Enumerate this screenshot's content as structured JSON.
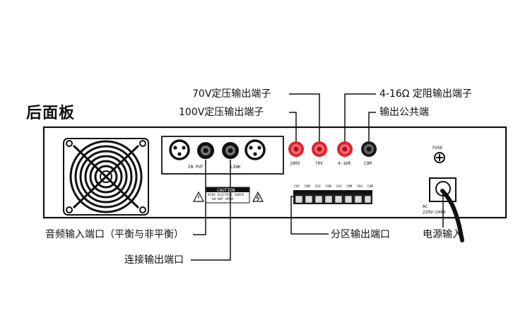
{
  "title": "后面板",
  "callouts": {
    "v70": "70V定压输出端子",
    "v100": "100V定压输出端子",
    "r416": "4-16Ω 定阻输出端子",
    "com_common": "输出公共端",
    "audio_input": "音频输入端口（平衡与非平衡）",
    "link_output": "连接输出端口",
    "zone_output": "分区输出端口",
    "power_input": "电源输入"
  },
  "panel": {
    "input_label": "IN PUT",
    "link_label": "LINK",
    "jack_100v": "100V",
    "jack_70v": "70V",
    "jack_416r": "4-16R",
    "jack_com": "COM",
    "caution_title": "CAUTION",
    "caution_line1": "RISK ELECTRIC SHOCK",
    "caution_line2": "DO NOT OPEN",
    "fuse_label": "FUSE",
    "ac_label": "AC",
    "ac_voltage": "220V~240V",
    "terminal_labels": [
      "CH1",
      "COM",
      "CH2",
      "COM",
      "CH3",
      "COM",
      "CH4",
      "COM"
    ]
  },
  "colors": {
    "panel_border": "#111111",
    "red_jack": "#e0232f",
    "black_jack": "#1a1a1a"
  }
}
